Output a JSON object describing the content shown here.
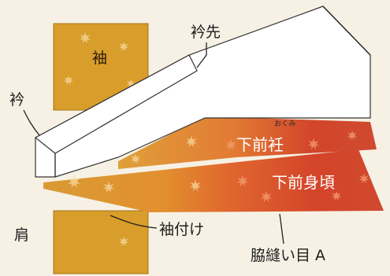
{
  "diagram": {
    "labels": {
      "sode": "袖",
      "eri_saki": "衿先",
      "eri": "衿",
      "shita_maeokumi": "下前衽",
      "shita_maeokumi_ruby": "おくみ",
      "shita_maemigoro": "下前身頃",
      "kata": "肩",
      "sodetsuke": "袖付け",
      "wakinuime": "脇縫い目 A"
    },
    "colors": {
      "background": "#f6f1e4",
      "sleeve_gold": "#d89d2a",
      "sleeve_edge": "#a8721a",
      "collar_white": "#ffffff",
      "body_red": "#d24a2a",
      "body_orange": "#e88a3a",
      "outline": "#333333"
    },
    "icons": [
      "maple-leaf-pattern"
    ]
  }
}
